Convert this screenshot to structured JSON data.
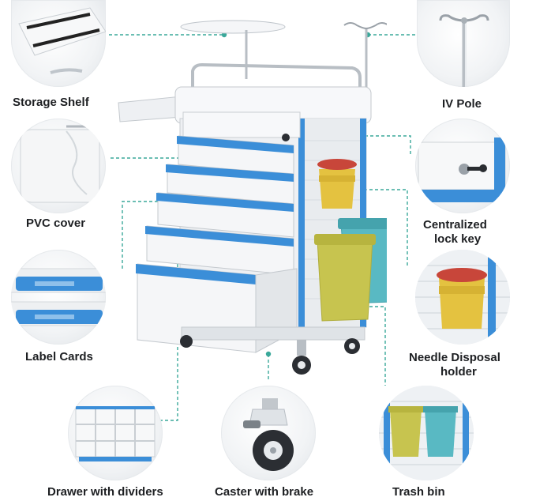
{
  "features": {
    "storage_shelf": "Storage Shelf",
    "iv_pole": "IV Pole",
    "pvc_cover": "PVC cover",
    "centralized_lock_line1": "Centralized",
    "centralized_lock_line2": "lock key",
    "label_cards": "Label Cards",
    "needle_disposal_line1": "Needle Disposal",
    "needle_disposal_line2": "holder",
    "drawer_dividers": "Drawer with dividers",
    "caster_brake": "Caster with brake",
    "trash_bin": "Trash bin"
  },
  "colors": {
    "accent_blue": "#3b8ed8",
    "leader_line": "#3aa89a",
    "cart_white": "#f3f5f7",
    "bin_yellow": "#c7c44f",
    "bin_teal": "#59b9c3",
    "sharps_red": "#c8463a",
    "sharps_yellow": "#e4c240"
  }
}
